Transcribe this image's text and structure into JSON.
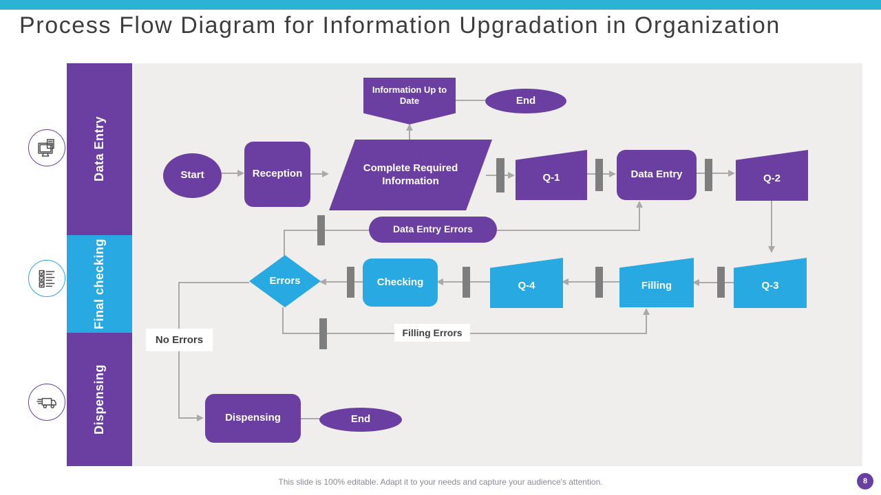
{
  "slide": {
    "title": "Process Flow Diagram for Information Upgradation in Organization",
    "footer": "This slide is 100% editable. Adapt it to your needs and capture your audience's attention.",
    "page_number": "8"
  },
  "colors": {
    "topbar_cyan": "#2bb3d6",
    "shape_purple": "#6b3ea1",
    "shape_cyan": "#29a9e1",
    "canvas_gray": "#efeeec",
    "connector_gray": "#a9a9a9",
    "barrier_gray": "#7e7e7e"
  },
  "sidebar": {
    "sections": [
      {
        "label": "Data Entry",
        "icon": "computer-document-icon",
        "color": "#6b3ea1"
      },
      {
        "label": "Final checking",
        "icon": "checklist-icon",
        "color": "#29a9e1"
      },
      {
        "label": "Dispensing",
        "icon": "delivery-truck-icon",
        "color": "#6b3ea1"
      }
    ]
  },
  "flow": {
    "nodes": {
      "start": "Start",
      "reception": "Reception",
      "complete_required_information": "Complete Required Information",
      "q1": "Q-1",
      "data_entry": "Data Entry",
      "q2": "Q-2",
      "information_up_to_date": "Information Up to Date",
      "end_top": "End",
      "data_entry_errors": "Data Entry Errors",
      "errors": "Errors",
      "checking": "Checking",
      "q4": "Q-4",
      "filling": "Filling",
      "q3": "Q-3",
      "filling_errors": "Filling Errors",
      "no_errors": "No Errors",
      "dispensing": "Dispensing",
      "end_bottom": "End"
    }
  }
}
